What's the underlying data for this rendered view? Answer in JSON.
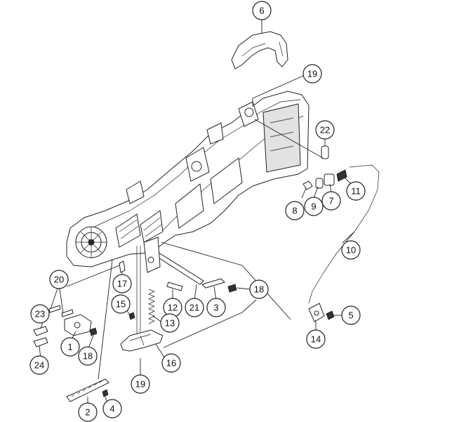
{
  "callouts": [
    {
      "id": "c6",
      "label": "6"
    },
    {
      "id": "c19a",
      "label": "19"
    },
    {
      "id": "c22",
      "label": "22"
    },
    {
      "id": "c11",
      "label": "11"
    },
    {
      "id": "c8",
      "label": "8"
    },
    {
      "id": "c9",
      "label": "9"
    },
    {
      "id": "c7",
      "label": "7"
    },
    {
      "id": "c10",
      "label": "10"
    },
    {
      "id": "c20",
      "label": "20"
    },
    {
      "id": "c17",
      "label": "17"
    },
    {
      "id": "c18a",
      "label": "18"
    },
    {
      "id": "c12",
      "label": "12"
    },
    {
      "id": "c21",
      "label": "21"
    },
    {
      "id": "c3",
      "label": "3"
    },
    {
      "id": "c15",
      "label": "15"
    },
    {
      "id": "c13",
      "label": "13"
    },
    {
      "id": "c5",
      "label": "5"
    },
    {
      "id": "c23",
      "label": "23"
    },
    {
      "id": "c1",
      "label": "1"
    },
    {
      "id": "c18b",
      "label": "18"
    },
    {
      "id": "c14",
      "label": "14"
    },
    {
      "id": "c16",
      "label": "16"
    },
    {
      "id": "c24",
      "label": "24"
    },
    {
      "id": "c19b",
      "label": "19"
    },
    {
      "id": "c2",
      "label": "2"
    },
    {
      "id": "c4",
      "label": "4"
    }
  ]
}
